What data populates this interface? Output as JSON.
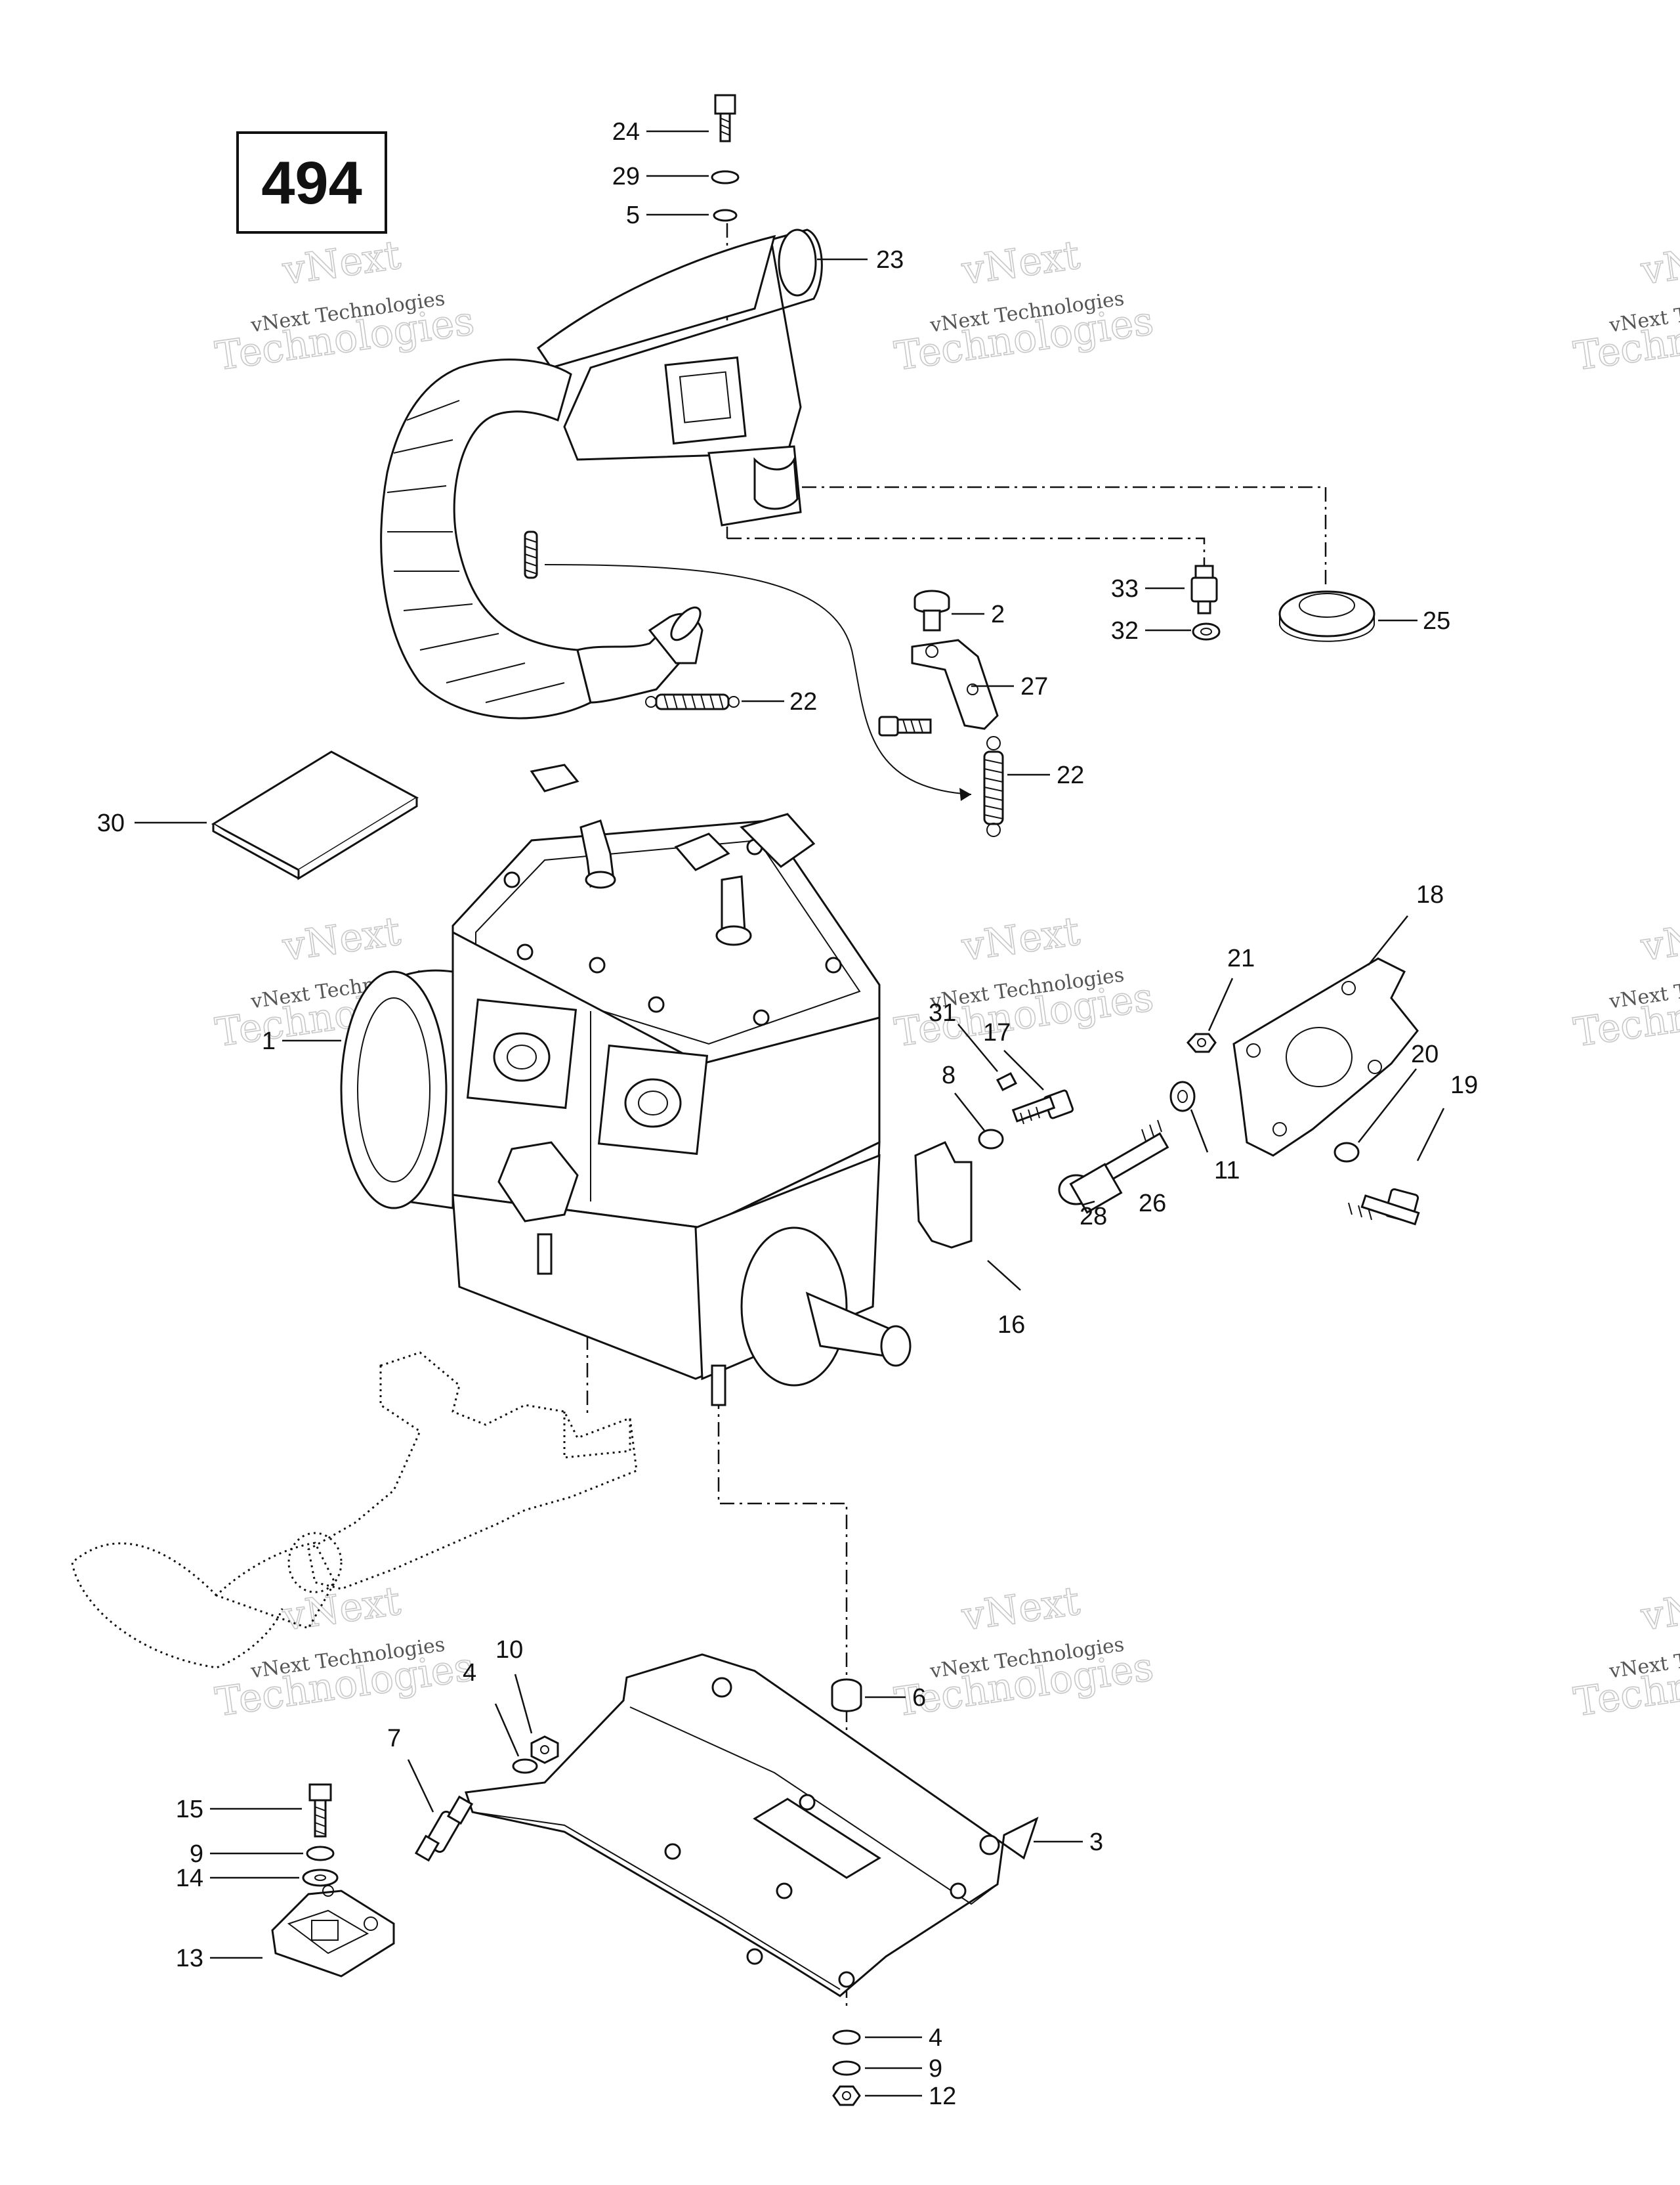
{
  "diagram_number": "494",
  "watermark": {
    "line1": "vNext",
    "line2": "vNext Technologies",
    "line3": "Technologies"
  },
  "callouts": [
    {
      "id": "c24",
      "text": "24"
    },
    {
      "id": "c29",
      "text": "29"
    },
    {
      "id": "c5",
      "text": "5"
    },
    {
      "id": "c23",
      "text": "23"
    },
    {
      "id": "c33",
      "text": "33"
    },
    {
      "id": "c2",
      "text": "2"
    },
    {
      "id": "c32",
      "text": "32"
    },
    {
      "id": "c25",
      "text": "25"
    },
    {
      "id": "c27",
      "text": "27"
    },
    {
      "id": "c22a",
      "text": "22"
    },
    {
      "id": "c22b",
      "text": "22"
    },
    {
      "id": "c30",
      "text": "30"
    },
    {
      "id": "c18",
      "text": "18"
    },
    {
      "id": "c21",
      "text": "21"
    },
    {
      "id": "c31",
      "text": "31"
    },
    {
      "id": "c17",
      "text": "17"
    },
    {
      "id": "c1",
      "text": "1"
    },
    {
      "id": "c8",
      "text": "8"
    },
    {
      "id": "c20",
      "text": "20"
    },
    {
      "id": "c19",
      "text": "19"
    },
    {
      "id": "c11",
      "text": "11"
    },
    {
      "id": "c28",
      "text": "28"
    },
    {
      "id": "c26",
      "text": "26"
    },
    {
      "id": "c16",
      "text": "16"
    },
    {
      "id": "c10",
      "text": "10"
    },
    {
      "id": "c4a",
      "text": "4"
    },
    {
      "id": "c6",
      "text": "6"
    },
    {
      "id": "c7",
      "text": "7"
    },
    {
      "id": "c15",
      "text": "15"
    },
    {
      "id": "c3",
      "text": "3"
    },
    {
      "id": "c9a",
      "text": "9"
    },
    {
      "id": "c14",
      "text": "14"
    },
    {
      "id": "c13",
      "text": "13"
    },
    {
      "id": "c4b",
      "text": "4"
    },
    {
      "id": "c9b",
      "text": "9"
    },
    {
      "id": "c12",
      "text": "12"
    }
  ]
}
